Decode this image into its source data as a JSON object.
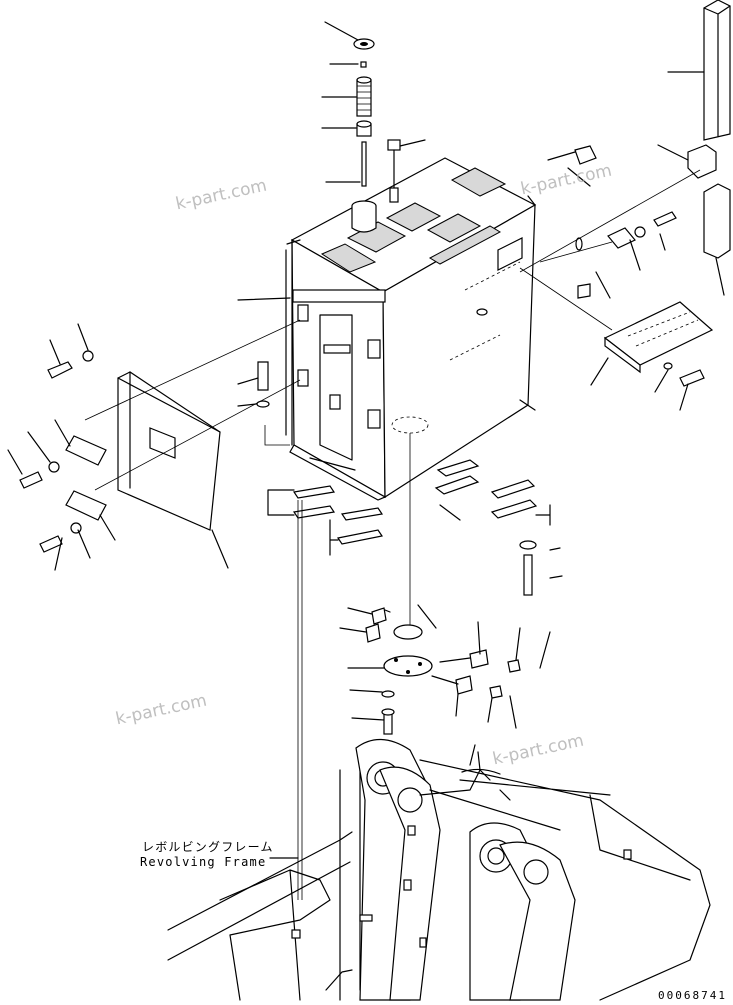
{
  "labels": {
    "frame_jp": "レボルビングフレーム",
    "frame_en": "Revolving Frame"
  },
  "drawing_number": "00068741",
  "watermarks": [
    "k-part.com",
    "k-part.com",
    "k-part.com",
    "k-part.com"
  ],
  "colors": {
    "ink": "#000000",
    "watermark": "#b4b4b4",
    "background": "#ffffff"
  }
}
